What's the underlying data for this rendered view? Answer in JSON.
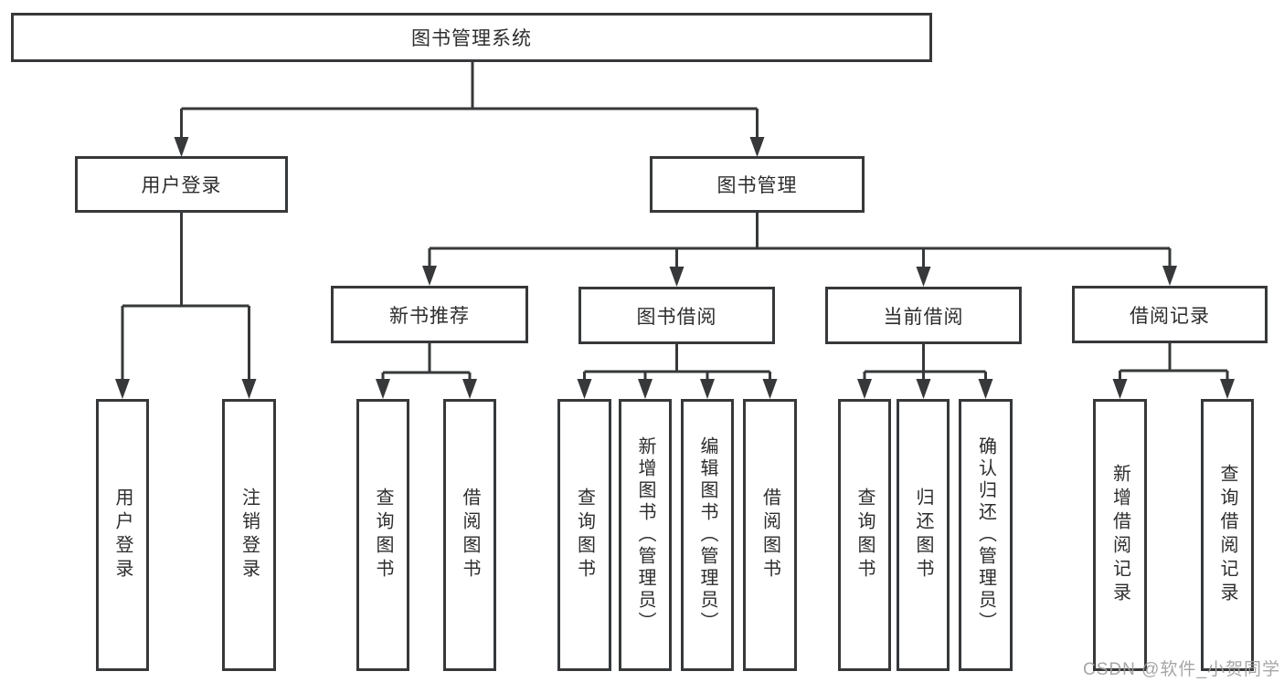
{
  "diagram": {
    "title": "图书管理系统",
    "type": "hierarchy-tree",
    "colors": {
      "line": "#36383a",
      "border": "#36383a",
      "text": "#2d2d2f",
      "background": "#ffffff",
      "watermark": "#9e9ea0"
    }
  },
  "nodes": {
    "root": "图书管理系统",
    "level2": [
      "用户登录",
      "图书管理"
    ],
    "level3": [
      "新书推荐",
      "图书借阅",
      "当前借阅",
      "借阅记录"
    ],
    "leaves": {
      "login": [
        "用户登录",
        "注销登录"
      ],
      "recommend": [
        "查询图书",
        "借阅图书"
      ],
      "borrow": [
        "查询图书",
        "新增图书（管理员）",
        "编辑图书（管理员）",
        "借阅图书"
      ],
      "current": [
        "查询图书",
        "归还图书",
        "确认归还（管理员）"
      ],
      "record": [
        "新增借阅记录",
        "查询借阅记录"
      ]
    }
  },
  "watermark": "CSDN @软件_小贺同学"
}
